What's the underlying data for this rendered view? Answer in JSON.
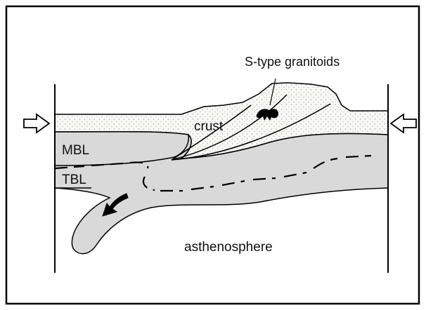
{
  "labels": {
    "granitoids": "S-type granitoids",
    "crust": "crust",
    "mbl": "MBL",
    "tbl": "TBL",
    "asthenosphere": "asthenosphere"
  },
  "colors": {
    "frame": "#000000",
    "lithosphere_fill": "#d9d9d9",
    "crust_fill": "#f7f7f4",
    "stipple": "#8a8a8a",
    "ink": "#111111"
  },
  "icons": {
    "left_arrow": "hollow-arrow-right",
    "right_arrow": "hollow-arrow-left",
    "flow_arrow": "solid-arrow-down-left",
    "granitoid_pluton": "pluton-blob"
  }
}
